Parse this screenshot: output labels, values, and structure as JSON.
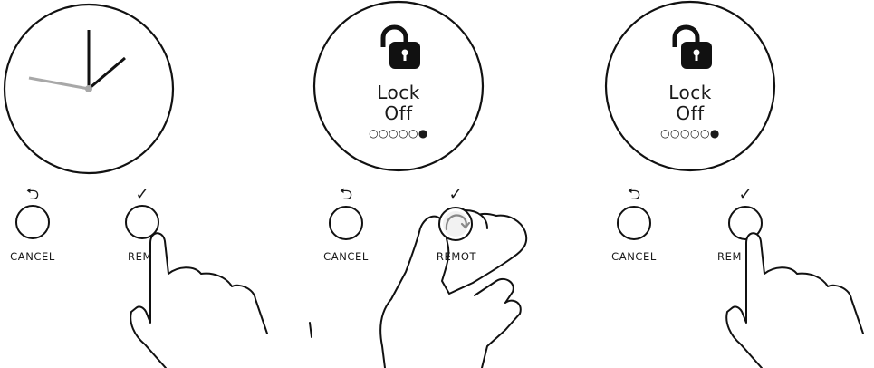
{
  "steps": [
    {
      "screen": "clock",
      "cancel_label": "CANCEL",
      "remote_label_visible": "REM",
      "back_glyph": "⮌",
      "check_glyph": "✓",
      "hand": "press",
      "icons": {
        "back": "back-arrow-icon",
        "confirm": "checkmark-icon"
      }
    },
    {
      "screen": "lock",
      "lock_line1": "Lock",
      "lock_line2": "Off",
      "progress_dots": "○○○○○●",
      "cancel_label": "CANCEL",
      "remote_label_visible": "REMOT",
      "back_glyph": "⮌",
      "check_glyph": "✓",
      "hand": "rotate",
      "icons": {
        "lock": "unlocked-padlock-icon",
        "rotate": "rotate-arrow-icon"
      }
    },
    {
      "screen": "lock",
      "lock_line1": "Lock",
      "lock_line2": "Off",
      "progress_dots": "○○○○○●",
      "cancel_label": "CANCEL",
      "remote_label_visible": "REM",
      "back_glyph": "⮌",
      "check_glyph": "✓",
      "hand": "press",
      "icons": {
        "lock": "unlocked-padlock-icon"
      }
    }
  ],
  "colors": {
    "stroke": "#111111",
    "clock_minute_hand": "#a8a8a8",
    "background": "#ffffff"
  }
}
